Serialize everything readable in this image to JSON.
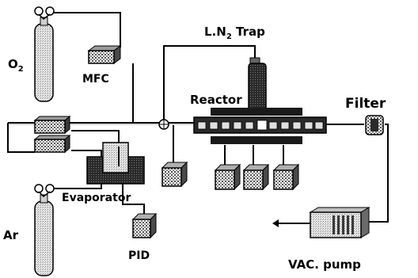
{
  "labels": {
    "o2": "O",
    "o2_sub": "2",
    "mfc": "MFC",
    "ln2_pre": "L.N",
    "ln2_sub": "2",
    "ln2_post": " Trap",
    "reactor": "Reactor",
    "filter": "Filter",
    "evaporator": "Evaporator",
    "ar": "Ar",
    "pid": "PID",
    "vac_pump": "VAC. pump"
  },
  "colors": {
    "ink": "#000000",
    "paper": "#ffffff",
    "mid_gray": "#8c8c8c",
    "light_gray": "#cfcfcf",
    "dark_gray": "#3a3a3a"
  }
}
